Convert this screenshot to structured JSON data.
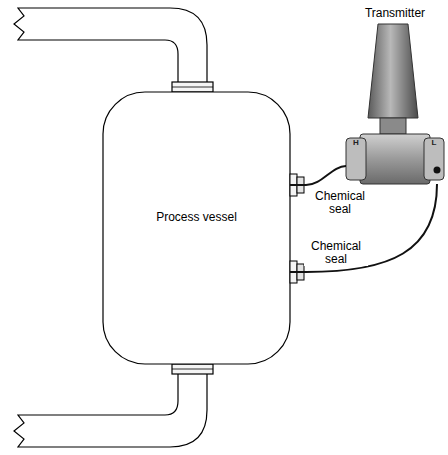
{
  "diagram": {
    "nodes": [
      {
        "text": [
          "Process vessel"
        ]
      },
      {
        "text": [
          "Transmitter",
          "H",
          "L"
        ]
      }
    ],
    "edges": [
      {
        "from": 0,
        "to": 1,
        "arrow": "none"
      },
      {
        "from": 0,
        "to": 1,
        "arrow": "none"
      }
    ],
    "labels": [
      "Chemical seal",
      "Chemical seal"
    ]
  }
}
